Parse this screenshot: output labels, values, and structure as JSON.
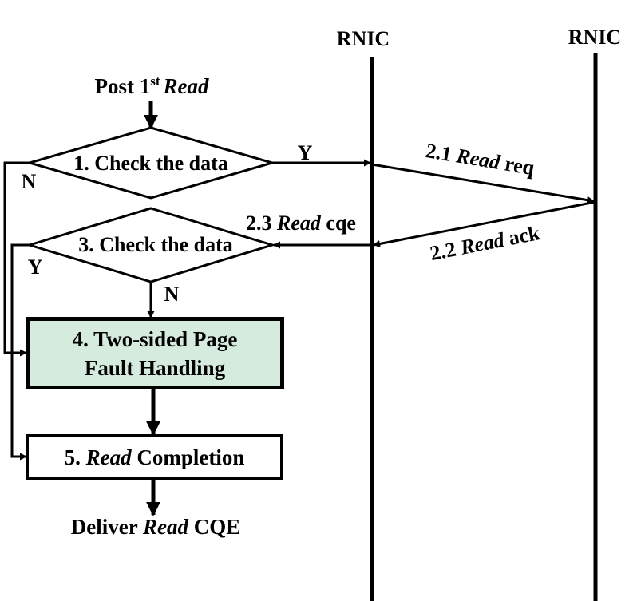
{
  "colors": {
    "line": "#000000",
    "box_fill": "#d4ebdd",
    "box5_fill": "#ffffff"
  },
  "lanes": {
    "left": "RNIC",
    "right": "RNIC"
  },
  "start": {
    "prefix": "Post 1",
    "sup": "st",
    "italic": "Read"
  },
  "decision1": {
    "label": "1. Check the data",
    "yes": "Y",
    "no": "N"
  },
  "decision3": {
    "label": "3. Check the data",
    "yes": "Y",
    "no": "N"
  },
  "messages": {
    "m21": {
      "num": "2.1 ",
      "italic": "Read",
      "rest": " req"
    },
    "m22": {
      "num": "2.2 ",
      "italic": "Read",
      "rest": " ack"
    },
    "m23": {
      "num": "2.3 ",
      "italic": "Read",
      "rest": " cqe"
    }
  },
  "box4": {
    "line1": "4. Two-sided Page",
    "line2": "Fault Handling"
  },
  "box5": {
    "num": "5. ",
    "italic": "Read",
    "rest": " Completion"
  },
  "end": {
    "prefix": "Deliver ",
    "italic": "Read",
    "rest": " CQE"
  }
}
